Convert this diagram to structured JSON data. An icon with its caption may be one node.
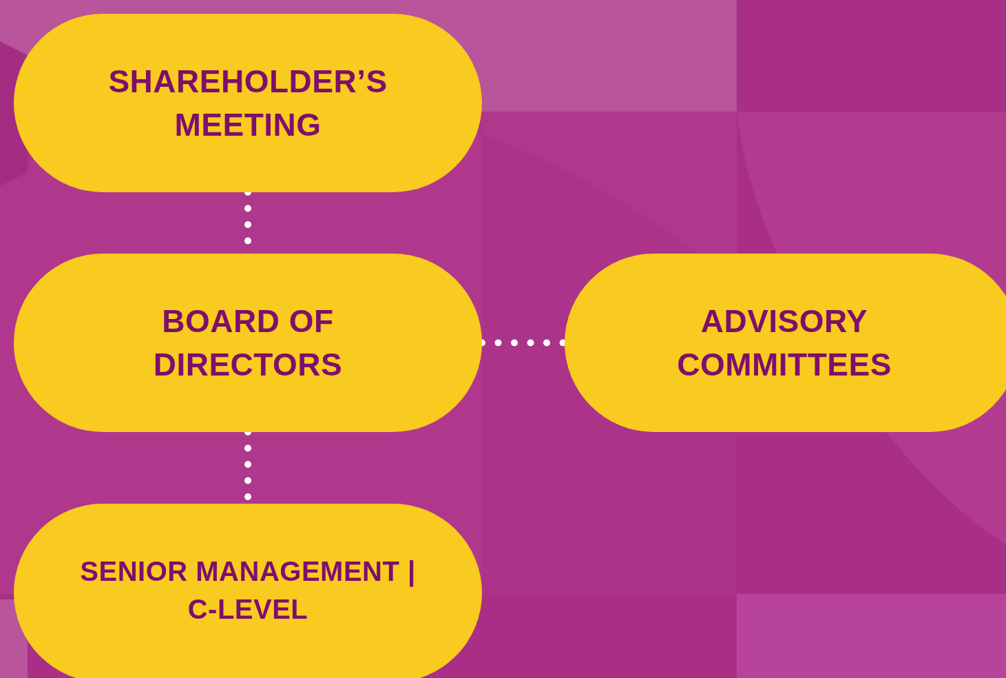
{
  "diagram": {
    "nodes": [
      {
        "text": [
          "SHAREHOLDER’S MEETING"
        ]
      },
      {
        "text": [
          "BOARD OF DIRECTORS"
        ]
      },
      {
        "text": [
          "ADVISORY COMMITTEES"
        ]
      },
      {
        "text": [
          "SENIOR MANAGEMENT | C-LEVEL"
        ]
      }
    ],
    "edges": [
      {
        "from": 0,
        "to": 1,
        "arrow": "none"
      },
      {
        "from": 1,
        "to": 2,
        "arrow": "none"
      },
      {
        "from": 1,
        "to": 3,
        "arrow": "none"
      }
    ]
  }
}
